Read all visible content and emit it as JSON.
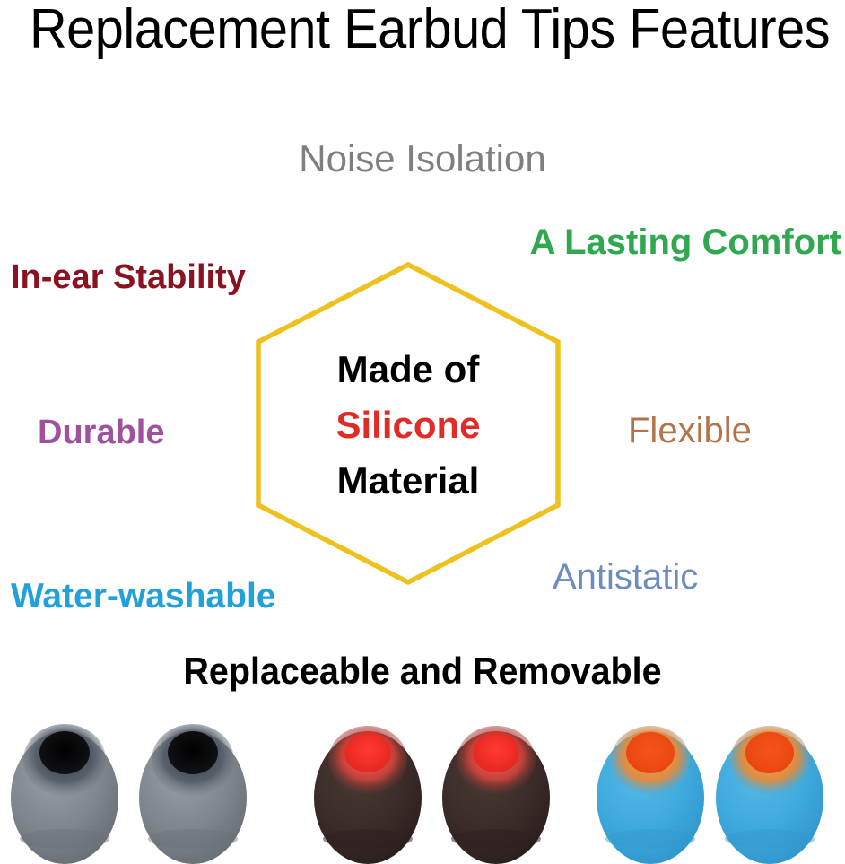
{
  "title": "Replacement Earbud Tips Features",
  "center_badge": {
    "shape": "hexagon",
    "outline_color": "#eec11f",
    "line1": "Made of",
    "line2": "Silicone",
    "line3": "Material",
    "line1_color": "#000000",
    "line2_color": "#e02b26",
    "line3_color": "#000000"
  },
  "features": [
    {
      "label": "Noise Isolation",
      "color": "#7f7f7f",
      "position": "top"
    },
    {
      "label": "A Lasting Comfort",
      "color": "#2fa850",
      "position": "top-right"
    },
    {
      "label": "In-ear Stability",
      "color": "#8a1322",
      "position": "top-left"
    },
    {
      "label": "Durable",
      "color": "#a0519e",
      "position": "left"
    },
    {
      "label": "Flexible",
      "color": "#b3744a",
      "position": "right"
    },
    {
      "label": "Water-washable",
      "color": "#22a0da",
      "position": "bottom-left"
    },
    {
      "label": "Antistatic",
      "color": "#6d8cc0",
      "position": "bottom-right"
    }
  ],
  "bottom_caption": "Replaceable and Removable",
  "earbud_tips": [
    {
      "name": "grey-tip-left",
      "body_color": "#7b8087",
      "nozzle_color": "#0b0c0e",
      "ring_color": "#4a5460"
    },
    {
      "name": "grey-tip-right",
      "body_color": "#7b8087",
      "nozzle_color": "#0b0c0e",
      "ring_color": "#4a5460"
    },
    {
      "name": "dark-tip-left",
      "body_color": "#3a2b28",
      "nozzle_color": "#f52b27",
      "ring_color": "#f6655c"
    },
    {
      "name": "dark-tip-right",
      "body_color": "#3a2b28",
      "nozzle_color": "#f52b27",
      "ring_color": "#f6655c"
    },
    {
      "name": "blue-tip-left",
      "body_color": "#3da8dc",
      "nozzle_color": "#f24f14",
      "ring_color": "#f79b3a"
    },
    {
      "name": "blue-tip-right",
      "body_color": "#3da8dc",
      "nozzle_color": "#f24f14",
      "ring_color": "#f79b3a"
    }
  ]
}
